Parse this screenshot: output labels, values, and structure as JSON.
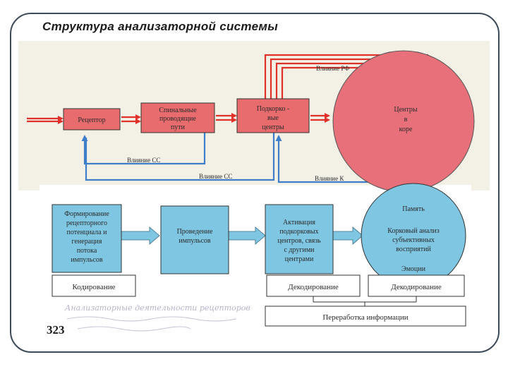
{
  "slide": {
    "title": "Структура анализаторной системы",
    "page_number": "323",
    "handwritten_note": "Анализаторные деятельности рецепторов"
  },
  "top_diagram": {
    "receptors": "Рецептор",
    "spinal_paths": [
      "Спинальные",
      "проводящие",
      "пути"
    ],
    "subcortical": [
      "Подкорко -",
      "вые",
      "центры"
    ],
    "cortex": [
      "Центры",
      "в",
      "коре"
    ],
    "influence_rf": "Влияние РФ",
    "influence_ss_1": "Влияние СС",
    "influence_ss_2": "Влияние СС",
    "influence_k": "Влияние К"
  },
  "bottom_diagram": {
    "box1": [
      "Формирование",
      "рецепторного",
      "потенциала и",
      "генерация",
      "потока",
      "импульсов"
    ],
    "box2": [
      "Проведение",
      "импульсов"
    ],
    "box3": [
      "Активация",
      "подкорковых",
      "центров, связь",
      "с другими",
      "центрами"
    ],
    "circle": {
      "memory": "Память",
      "analysis": [
        "Корковый анализ",
        "субъективных",
        "восприятий"
      ],
      "emotions": "Эмоции"
    },
    "coding": "Кодирование",
    "decoding_1": "Декодирование",
    "decoding_2": "Декодирование",
    "processing": "Переработка   информации"
  },
  "colors": {
    "top_box_fill": "#e86b6d",
    "cortex_fill": "#e8707a",
    "bottom_box_fill": "#7fc6e2",
    "red_arrow": "#e0312b",
    "blue_arrow": "#3f7ec8",
    "frame": "#3d4a57"
  }
}
